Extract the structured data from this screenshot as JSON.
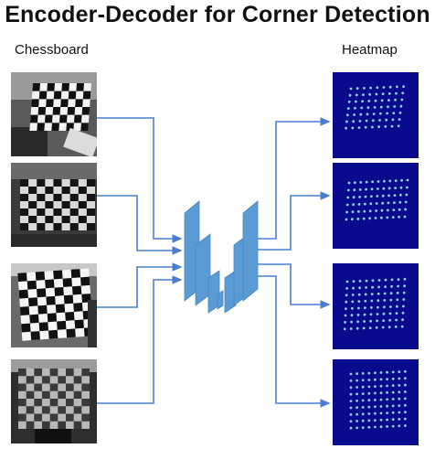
{
  "title": "Encoder-Decoder for Corner Detection",
  "left_label": "Chessboard",
  "right_label": "Heatmap",
  "colors": {
    "arrow": "#4a7fd0",
    "network": "#5b9bd5",
    "heatmap_bg": "#0a0a8c",
    "heatmap_dot": "#8fd0f0"
  },
  "inputs": [
    {
      "name": "chessboard-image-1",
      "kind": "chessboard photo"
    },
    {
      "name": "chessboard-image-2",
      "kind": "chessboard photo"
    },
    {
      "name": "chessboard-image-3",
      "kind": "chessboard photo"
    },
    {
      "name": "chessboard-image-4",
      "kind": "chessboard photo"
    }
  ],
  "outputs": [
    {
      "name": "heatmap-image-1",
      "kind": "corner heatmap"
    },
    {
      "name": "heatmap-image-2",
      "kind": "corner heatmap"
    },
    {
      "name": "heatmap-image-3",
      "kind": "corner heatmap"
    },
    {
      "name": "heatmap-image-4",
      "kind": "corner heatmap"
    }
  ]
}
